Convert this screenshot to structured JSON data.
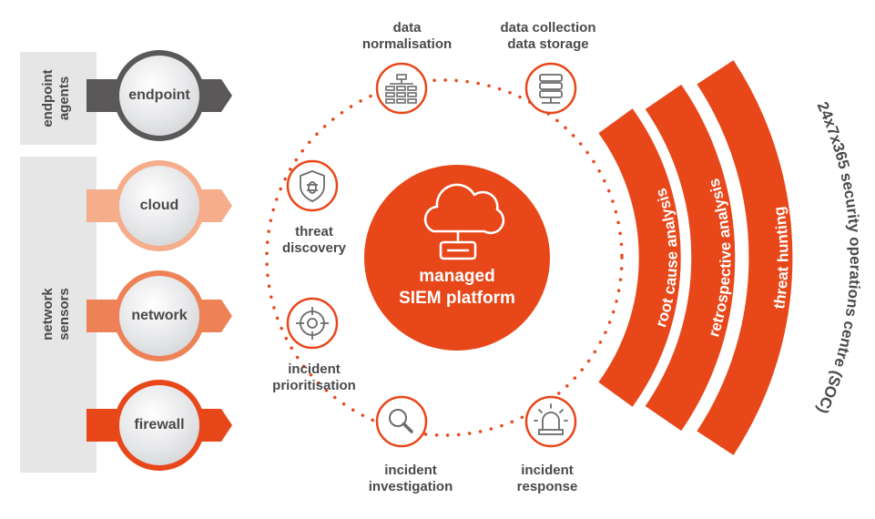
{
  "colors": {
    "accent": "#e8471a",
    "light_accent": "#f5ad8b",
    "mid_accent": "#ee8257",
    "dark": "#5a5858",
    "grey_band": "#e6e6e6",
    "text": "#4a4a4a"
  },
  "side_groups": [
    {
      "label_lines": [
        "endpoint",
        "agents"
      ]
    },
    {
      "label_lines": [
        "network",
        "sensors"
      ]
    }
  ],
  "sources": [
    {
      "label": "endpoint",
      "color": "#5a5858"
    },
    {
      "label": "cloud",
      "color": "#f5ad8b"
    },
    {
      "label": "network",
      "color": "#ee8257"
    },
    {
      "label": "firewall",
      "color": "#e8471a"
    }
  ],
  "center": {
    "title_line1": "managed",
    "title_line2": "SIEM platform",
    "icon": "cloud-network-icon"
  },
  "stages": [
    {
      "label_lines": [
        "data",
        "normalisation"
      ],
      "icon": "database-grid-icon"
    },
    {
      "label_lines": [
        "data collection",
        "data storage"
      ],
      "icon": "server-icon"
    },
    {
      "label_lines": [
        "threat",
        "discovery"
      ],
      "icon": "shield-bug-icon"
    },
    {
      "label_lines": [
        "incident",
        "prioritisation"
      ],
      "icon": "target-gear-icon"
    },
    {
      "label_lines": [
        "incident",
        "investigation"
      ],
      "icon": "magnifier-icon"
    },
    {
      "label_lines": [
        "incident",
        "response"
      ],
      "icon": "alarm-light-icon"
    }
  ],
  "arcs": [
    {
      "label": "root cause analysis"
    },
    {
      "label": "retrospective analysis"
    },
    {
      "label": "threat hunting"
    }
  ],
  "soc_label": "24x7x365 security operations centre (SOC)"
}
